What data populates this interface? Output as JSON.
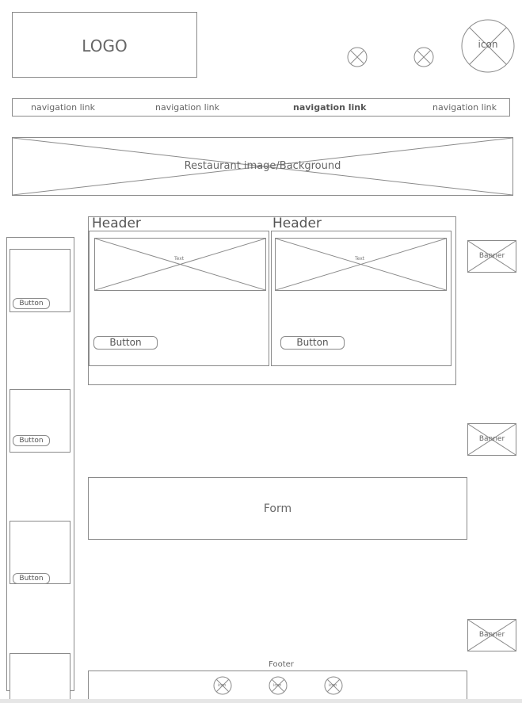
{
  "header": {
    "logo": "LOGO",
    "icon_label": "icon"
  },
  "nav": {
    "links": [
      "navigation link",
      "navigation link",
      "navigation link",
      "navigation link"
    ]
  },
  "hero": {
    "label": "Restaurant image/Background"
  },
  "cards": [
    {
      "header": "Header",
      "image_text": "Text",
      "button": "Button"
    },
    {
      "header": "Header",
      "image_text": "Text",
      "button": "Button"
    }
  ],
  "sidebar": {
    "buttons": [
      "Button",
      "Button",
      "Button"
    ]
  },
  "banners": [
    "Banner",
    "Banner",
    "Banner"
  ],
  "form": {
    "label": "Form"
  },
  "footer": {
    "label": "Footer",
    "icon_text": "icon"
  }
}
